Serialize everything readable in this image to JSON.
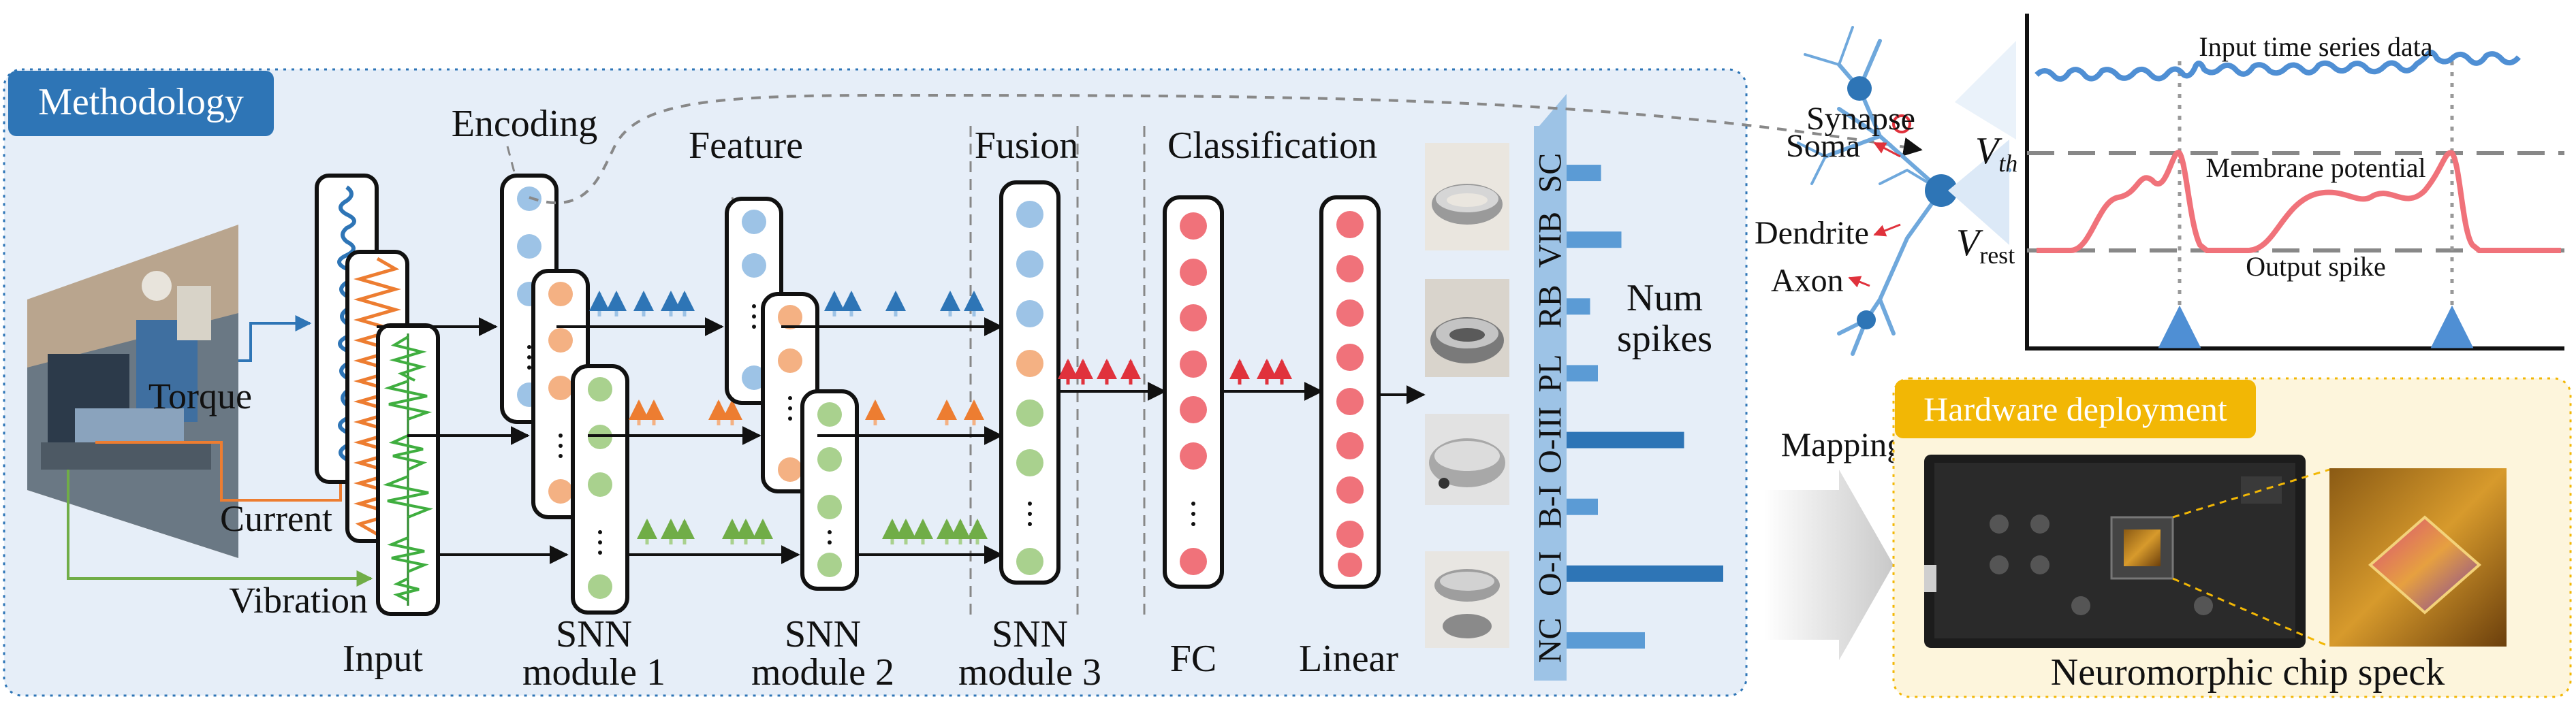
{
  "methodology": {
    "badge": "Methodology",
    "stages": {
      "encoding": "Encoding",
      "feature": "Feature",
      "fusion": "Fusion",
      "classification": "Classification"
    },
    "inputs": {
      "torque": "Torque",
      "current": "Current",
      "vibration": "Vibration"
    },
    "bottom_labels": {
      "input": "Input",
      "snn1_a": "SNN",
      "snn1_b": "module 1",
      "snn2_a": "SNN",
      "snn2_b": "module 2",
      "snn3_a": "SNN",
      "snn3_b": "module 3",
      "fc": "FC",
      "linear": "Linear"
    },
    "num_spikes": {
      "line1": "Num",
      "line2": "spikes"
    },
    "classes": [
      "SC",
      "VIB",
      "RB",
      "PL",
      "O-III",
      "B-I",
      "O-I",
      "NC"
    ],
    "class_spike_fraction": [
      0.22,
      0.35,
      0.15,
      0.2,
      0.75,
      0.2,
      1.0,
      0.5
    ]
  },
  "neuron": {
    "synapse": "Synapse",
    "soma": "Soma",
    "dendrite": "Dendrite",
    "axon": "Axon",
    "vth_main": "V",
    "vth_sub": "th",
    "vrest_main": "V",
    "vrest_sub": "rest",
    "input_series": "Input time series data",
    "membrane": "Membrane potential",
    "output_spike": "Output spike"
  },
  "hardware": {
    "mapping": "Mapping",
    "badge": "Hardware deployment",
    "chip_caption": "Neuromorphic chip speck"
  },
  "colors": {
    "blue": "#2e75b6",
    "orange": "#ed7d31",
    "green": "#70ad47",
    "red": "#f0727a",
    "panel_bg": "#e6eef8",
    "hw_bg": "#fdf5dc",
    "hw_badge": "#f2b705"
  }
}
